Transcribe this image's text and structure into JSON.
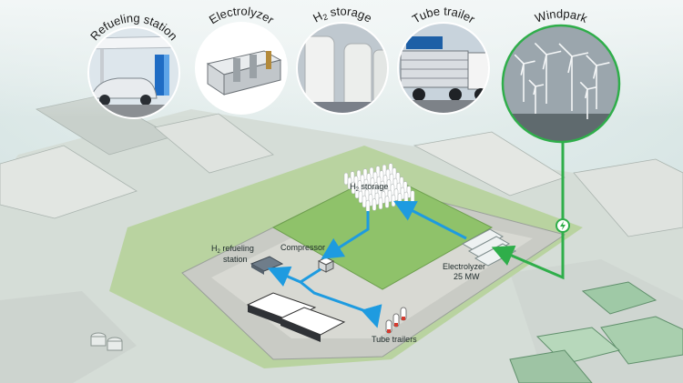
{
  "circles": {
    "refueling_station": "Refueling station",
    "electrolyzer": "Electrolyzer",
    "h2_storage_main": "H",
    "h2_storage_sub": "2",
    "h2_storage_rest": " storage",
    "tube_trailer": "Tube trailer",
    "windpark": "Windpark"
  },
  "map_labels": {
    "storage_main": "H",
    "storage_sub": "2",
    "storage_rest": " storage",
    "compressor": "Compressor",
    "refuel_line1_main": "H",
    "refuel_line1_sub": "2",
    "refuel_line1_rest": " refueling",
    "refuel_line2": "station",
    "electrolyzer_line1": "Electrolyzer",
    "electrolyzer_line2": "25 MW",
    "tube_trailers": "Tube trailers"
  },
  "colors": {
    "h2_flow": "#1e9be0",
    "power_flow": "#2fae4a",
    "field": "#b9d3a0",
    "pad": "#c9cbc5",
    "inner_pad": "#d8d9d3",
    "grass": "#8fc26a"
  },
  "icons": {
    "power": "lightning-icon"
  }
}
